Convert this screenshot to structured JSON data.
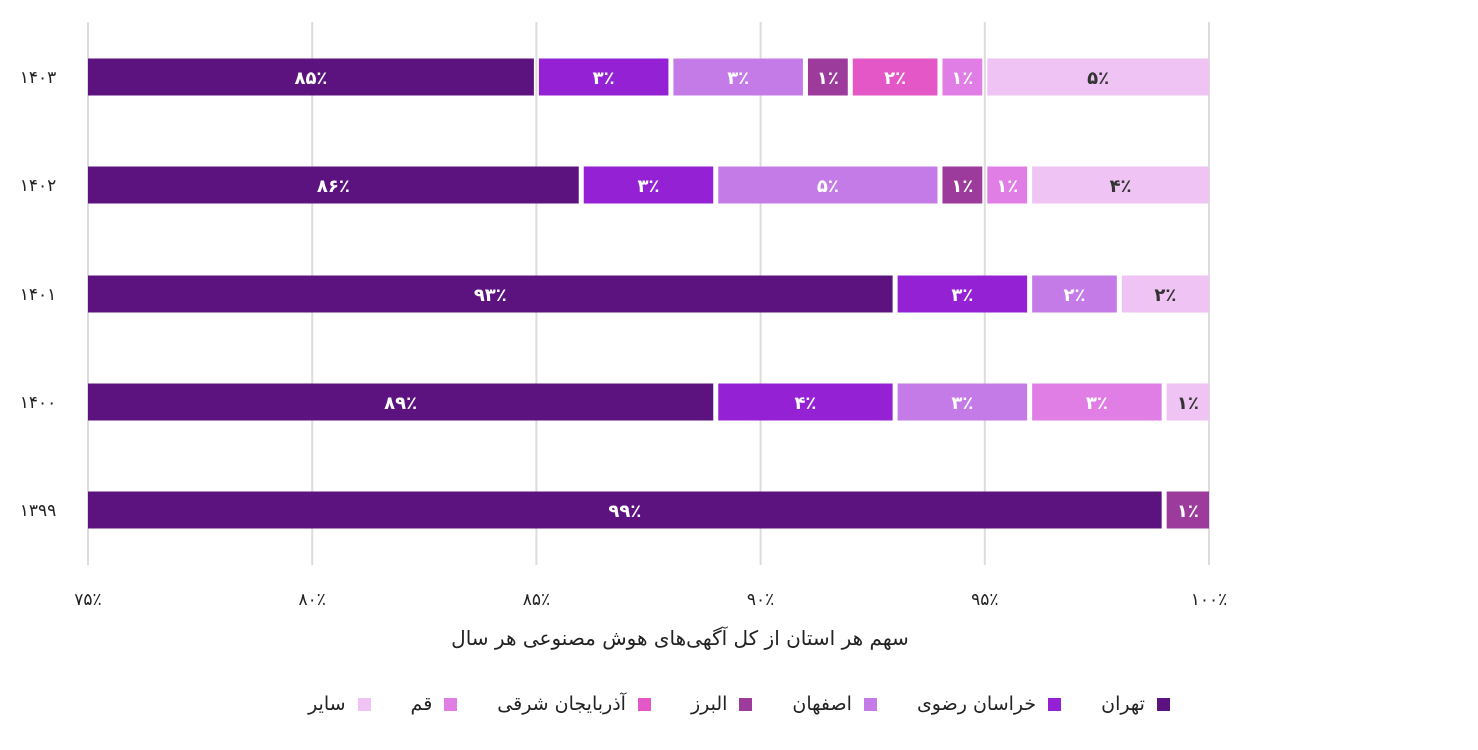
{
  "chart_data": {
    "type": "bar",
    "orientation": "horizontal",
    "stacked": true,
    "categories": [
      "۱۴۰۳",
      "۱۴۰۲",
      "۱۴۰۱",
      "۱۴۰۰",
      "۱۳۹۹"
    ],
    "series": [
      {
        "name": "تهران",
        "color": "#5c1380",
        "values": [
          85,
          86,
          93,
          89,
          99
        ],
        "labels": [
          "۸۵٪",
          "۸۶٪",
          "۹۳٪",
          "۸۹٪",
          "۹۹٪"
        ]
      },
      {
        "name": "خراسان رضوی",
        "color": "#9422d4",
        "values": [
          3,
          3,
          3,
          4,
          0
        ],
        "labels": [
          "۳٪",
          "۳٪",
          "۳٪",
          "۴٪",
          ""
        ]
      },
      {
        "name": "اصفهان",
        "color": "#c47be8",
        "values": [
          3,
          5,
          2,
          3,
          0
        ],
        "labels": [
          "۳٪",
          "۵٪",
          "۲٪",
          "۳٪",
          ""
        ]
      },
      {
        "name": "البرز",
        "color": "#9c3b9c",
        "values": [
          1,
          1,
          0,
          0,
          1
        ],
        "labels": [
          "۱٪",
          "۱٪",
          "",
          "",
          "۱٪"
        ]
      },
      {
        "name": "آذربایجان شرقی",
        "color": "#e457c6",
        "values": [
          2,
          0,
          0,
          0,
          0
        ],
        "labels": [
          "۲٪",
          "",
          "",
          "",
          ""
        ]
      },
      {
        "name": "قم",
        "color": "#e07ee6",
        "values": [
          1,
          1,
          0,
          3,
          0
        ],
        "labels": [
          "۱٪",
          "۱٪",
          "",
          "۳٪",
          ""
        ]
      },
      {
        "name": "سایر",
        "color": "#efc3f3",
        "values": [
          5,
          4,
          2,
          1,
          0
        ],
        "labels": [
          "۵٪",
          "۴٪",
          "۲٪",
          "۱٪",
          ""
        ]
      }
    ],
    "xlim": [
      75,
      100
    ],
    "xticks": [
      75,
      80,
      85,
      90,
      95,
      100
    ],
    "xtick_labels": [
      "۷۵٪",
      "۸۰٪",
      "۸۵٪",
      "۹۰٪",
      "۹۵٪",
      "۱۰۰٪"
    ],
    "xlabel": "سهم هر استان از کل آگهی‌های هوش مصنوعی هر سال",
    "grid": "vertical",
    "legend_position": "bottom"
  }
}
